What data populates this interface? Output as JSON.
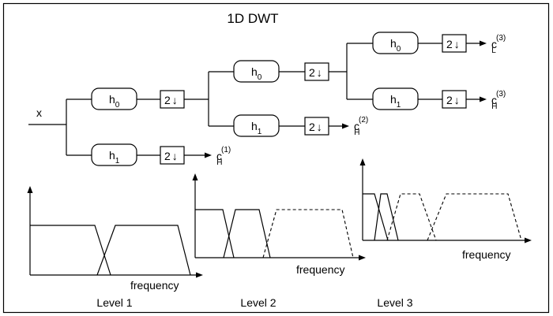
{
  "title": "1D DWT",
  "input_label": "x",
  "filters": {
    "lowpass": {
      "base": "h",
      "sub": "0"
    },
    "highpass": {
      "base": "h",
      "sub": "1"
    }
  },
  "downsample": {
    "label": "2",
    "arrow": "↓"
  },
  "outputs": {
    "level1_high": {
      "base": "c",
      "sub": "H",
      "sup": "(1)"
    },
    "level2_high": {
      "base": "c",
      "sub": "H",
      "sup": "(2)"
    },
    "level3_low": {
      "base": "c",
      "sub": "L",
      "sup": "(3)"
    },
    "level3_high": {
      "base": "c",
      "sub": "H",
      "sup": "(3)"
    }
  },
  "plots": {
    "axis_label": "frequency",
    "levels": [
      "Level 1",
      "Level 2",
      "Level 3"
    ]
  }
}
